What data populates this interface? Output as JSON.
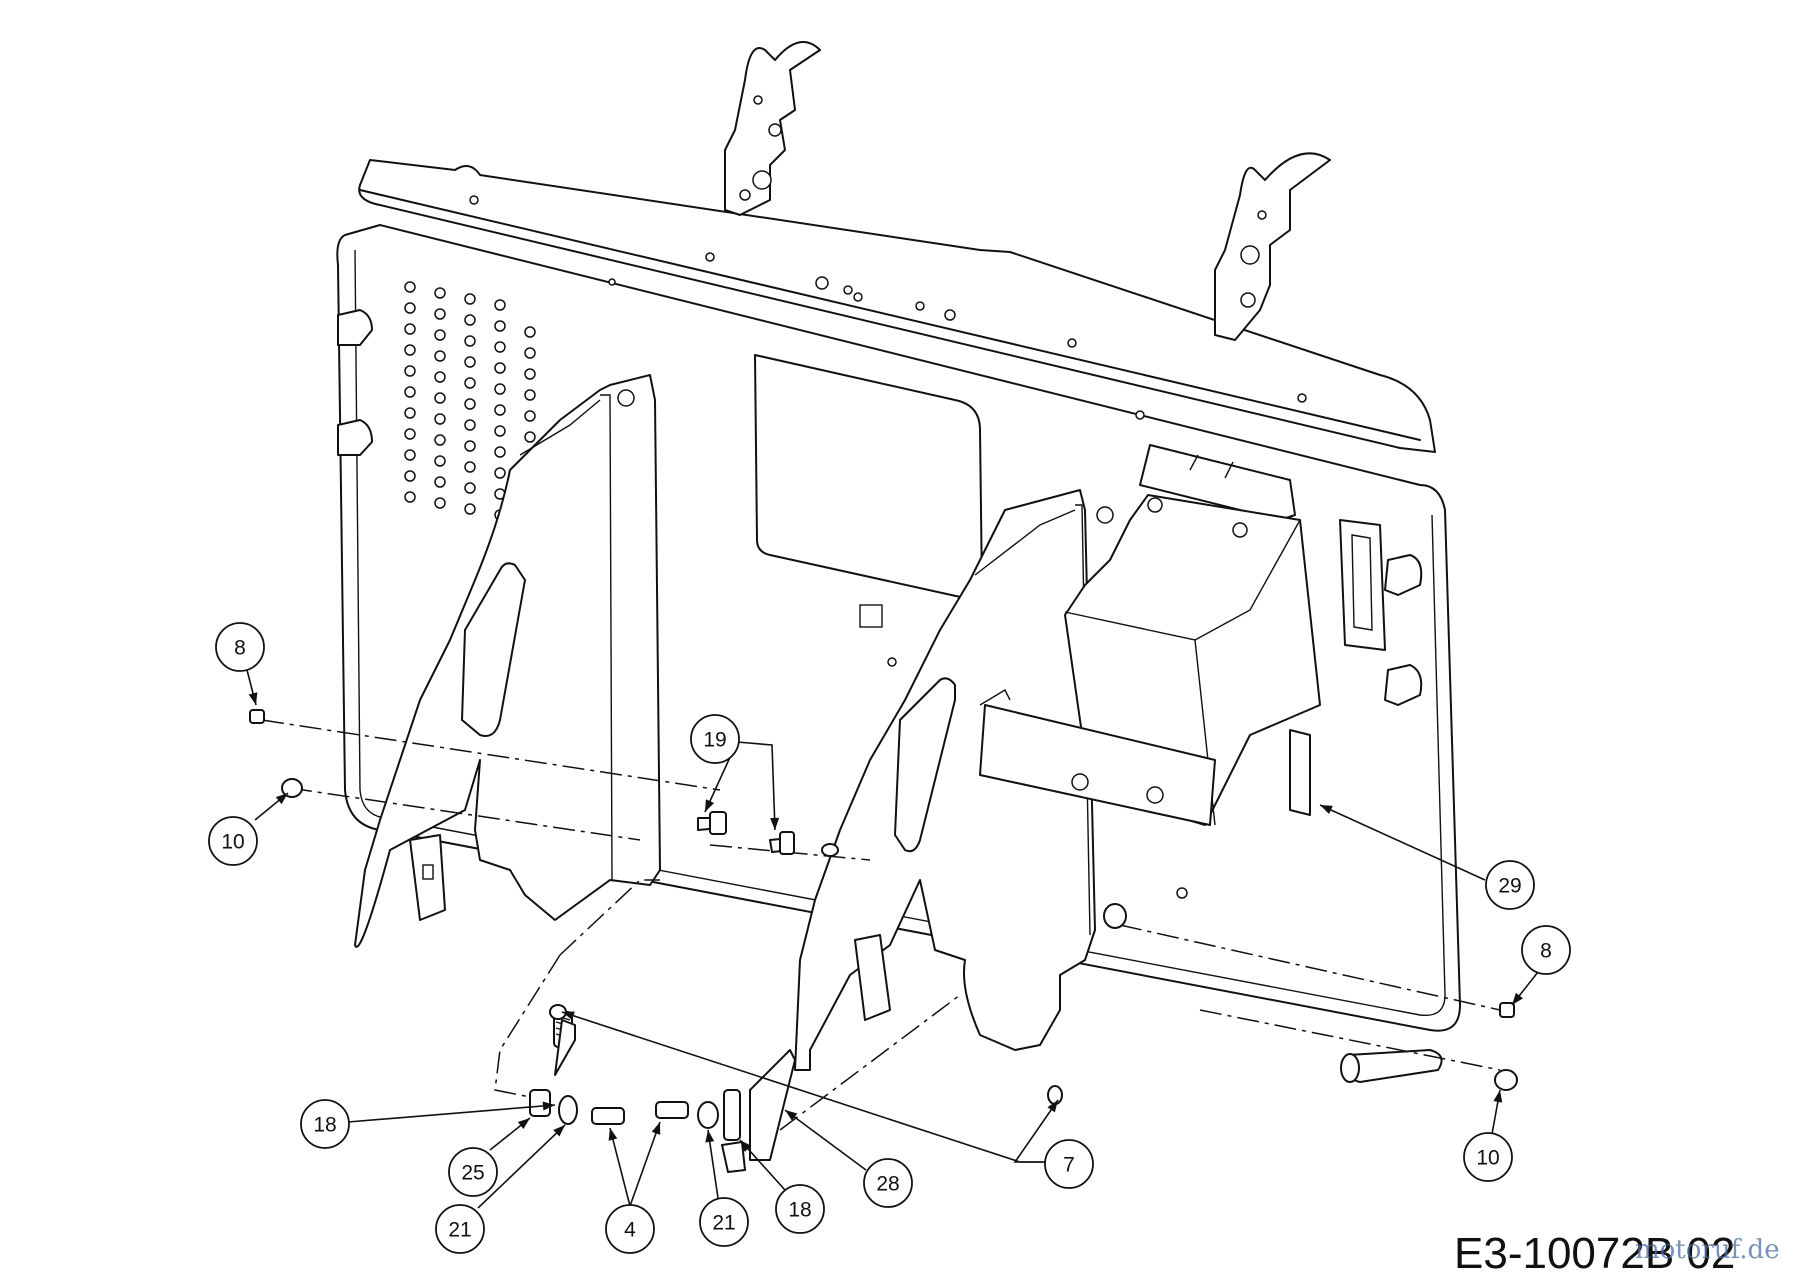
{
  "drawing": {
    "code": "E3-10072B 02",
    "watermark": "motoruf.de"
  },
  "callouts": [
    {
      "id": "c8a",
      "label": "8"
    },
    {
      "id": "c10a",
      "label": "10"
    },
    {
      "id": "c19",
      "label": "19"
    },
    {
      "id": "c29",
      "label": "29"
    },
    {
      "id": "c8b",
      "label": "8"
    },
    {
      "id": "c10b",
      "label": "10"
    },
    {
      "id": "c18a",
      "label": "18"
    },
    {
      "id": "c25",
      "label": "25"
    },
    {
      "id": "c21a",
      "label": "21"
    },
    {
      "id": "c4",
      "label": "4"
    },
    {
      "id": "c21b",
      "label": "21"
    },
    {
      "id": "c18b",
      "label": "18"
    },
    {
      "id": "c28",
      "label": "28"
    },
    {
      "id": "c7",
      "label": "7"
    }
  ]
}
